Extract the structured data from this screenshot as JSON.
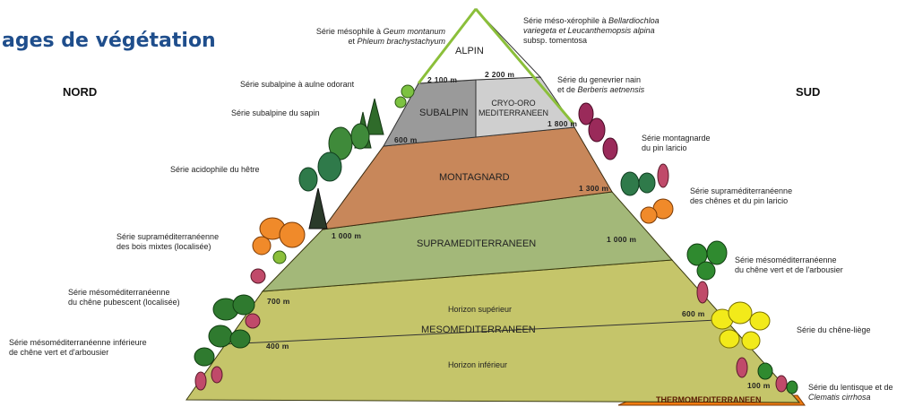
{
  "title": "ages de végétation",
  "directions": {
    "north": "NORD",
    "south": "SUD"
  },
  "zones": {
    "alpin": "ALPIN",
    "subalpin": "SUBALPIN",
    "cryo_line1": "CRYO-ORO",
    "cryo_line2": "MEDITERRANEEN",
    "montagnard": "MONTAGNARD",
    "supramed": "SUPRAMEDITERRANEEN",
    "horizon_sup": "Horizon supérieur",
    "mesomed": "MESOMEDITERRANEEN",
    "horizon_inf": "Horizon inférieur",
    "thermomed": "THERMOMEDITERRANEEN"
  },
  "altitudes": {
    "n2100": "2 100 m",
    "s2200": "2 200 m",
    "n1600": "600 m",
    "s1800": "1 800 m",
    "s1300": "1 300 m",
    "n1000": "1 000 m",
    "s1000": "1 000 m",
    "n700": "700 m",
    "s600": "600 m",
    "n400": "400 m",
    "s100": "100 m"
  },
  "series": {
    "geum_prefix": "Série mésophile à ",
    "geum_species": "Geum montanum",
    "geum_and": "et ",
    "geum_species2": "Phleum brachystachyum",
    "meso_xero_prefix": "Série méso-xérophile à ",
    "meso_xero_species": "Bellardiochloa",
    "meso_xero_line2": "variegeta et Leucanthemopsis alpina",
    "meso_xero_line3": "subsp. tomentosa",
    "aulne": "Série subalpine à aulne odorant",
    "genevrier_line1": "Série du genevrier nain",
    "genevrier_and": "et de ",
    "genevrier_species": "Berberis aetnensis",
    "sapin": "Série subalpine du sapin",
    "pin_laricio_line1": "Série montagnarde",
    "pin_laricio_line2": "du pin laricio",
    "hetre": "Série acidophile du hêtre",
    "supra_chenes_line1": "Série supraméditerranéenne",
    "supra_chenes_line2": "des chênes et du pin laricio",
    "supra_bois_line1": "Série supraméditerranéenne",
    "supra_bois_line2": "des bois mixtes (localisée)",
    "meso_vert_line1": "Série mésoméditerranéenne",
    "meso_vert_line2": "du chêne vert et de l'arbousier",
    "meso_pub_line1": "Série mésoméditerranéenne",
    "meso_pub_line2": "du chêne pubescent (localisée)",
    "liege": "Série du chêne-liège",
    "meso_inf_line1": "Série mésoméditerranéenne inférieure",
    "meso_inf_line2": "de chêne vert et d'arbousier",
    "lentisque_line1": "Série du lentisque et de",
    "lentisque_line2": "Clematis cirrhosa"
  },
  "colors": {
    "alpin": "#ffffff",
    "subalpin": "#9a9a9a",
    "cryo": "#cfcfcf",
    "montagnard": "#c8875a",
    "supramed": "#a3b879",
    "mesomed": "#c5c56a",
    "thermomed": "#f07a10",
    "title": "#1f4e8c"
  }
}
